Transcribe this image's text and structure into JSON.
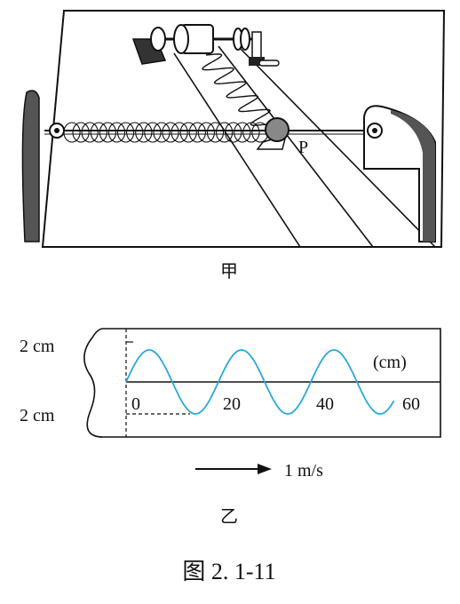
{
  "part_a": {
    "point_label": "P",
    "caption": "甲"
  },
  "part_b": {
    "upper_amplitude_label": "2 cm",
    "lower_amplitude_label": "2 cm",
    "unit_label": "(cm)",
    "ticks": [
      "0",
      "20",
      "40",
      "60"
    ],
    "velocity_label": "1 m/s",
    "caption": "乙",
    "wave_color": "#2aa8d8"
  },
  "figure_caption": "图 2. 1-11"
}
